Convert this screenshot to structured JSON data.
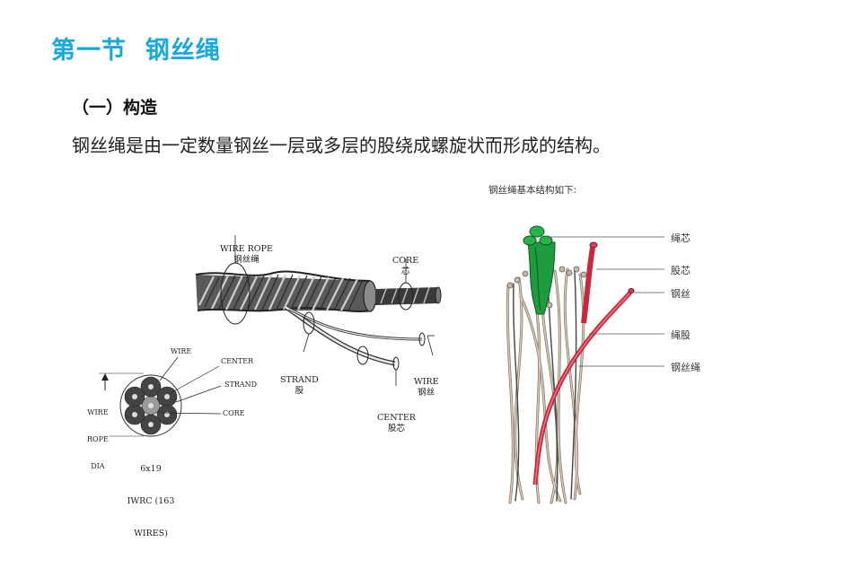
{
  "title": "第一节  钢丝绳",
  "subheading": "（一）构造",
  "body_text": "钢丝绳是由一定数量钢丝一层或多层的股绕成螺旋状而形成的结构。",
  "left_diagram": {
    "wire_rope": {
      "en": "WIRE ROPE",
      "zh": "钢丝绳"
    },
    "core": {
      "en": "CORE",
      "zh": "芯"
    },
    "strand": {
      "en": "STRAND",
      "zh": "股"
    },
    "wire": {
      "en": "WIRE",
      "zh": "钢丝"
    },
    "center": {
      "en": "CENTER",
      "zh": "股芯"
    },
    "cross_section": {
      "wire": "WIRE",
      "center": "CENTER",
      "strand": "STRAND",
      "core": "CORE",
      "dia_line1": "WIRE",
      "dia_line2": "ROPE",
      "dia_line3": "DIA",
      "caption_line1": "6x19",
      "caption_line2": "IWRC (163",
      "caption_line3": "WIRES)"
    }
  },
  "right_diagram": {
    "caption": "钢丝绳基本结构如下:",
    "labels": [
      "绳芯",
      "股芯",
      "钢丝",
      "绳股",
      "钢丝绳"
    ],
    "colors": {
      "rope_core": "#1e9b3c",
      "strand_core": "#c8283c",
      "wire": "#b8aa98"
    }
  }
}
